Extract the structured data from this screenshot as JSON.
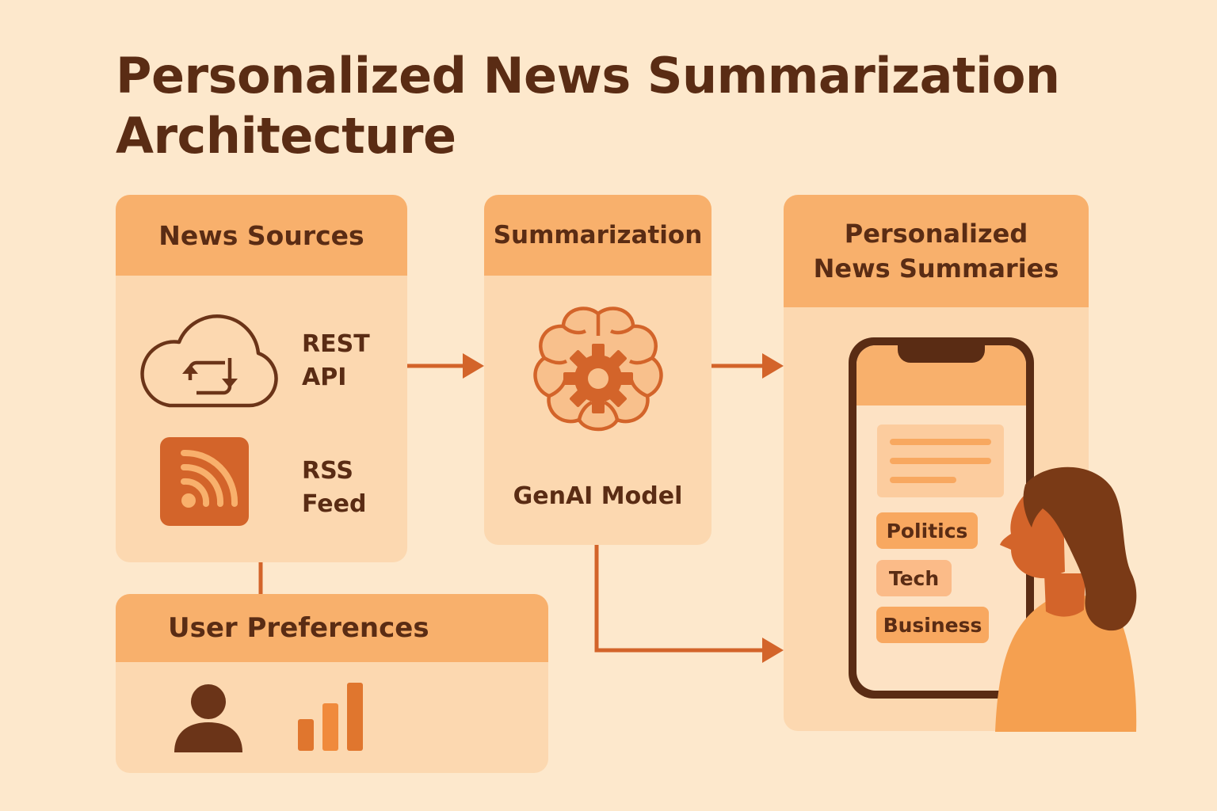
{
  "title_line1": "Personalized News Summarization",
  "title_line2": "Architecture",
  "sources": {
    "header": "News Sources",
    "rest_line1": "REST",
    "rest_line2": "API",
    "rss_line1": "RSS",
    "rss_line2": "Feed"
  },
  "summarization": {
    "header": "Summarization",
    "model_label": "GenAI Model"
  },
  "output": {
    "header_line1": "Personalized",
    "header_line2": "News Summaries",
    "chips": [
      "Politics",
      "Tech",
      "Business"
    ]
  },
  "preferences": {
    "header": "User Preferences"
  },
  "icons": {
    "cloud": "cloud-sync-icon",
    "rss": "rss-icon",
    "brain": "brain-gear-icon",
    "user": "user-icon",
    "chart": "bar-chart-icon",
    "phone": "smartphone-icon",
    "person": "person-illustration"
  },
  "colors": {
    "background": "#fde8cc",
    "panel": "#fcd8b0",
    "header": "#f8b06c",
    "accent": "#d3642a",
    "dark": "#5a2c14"
  }
}
